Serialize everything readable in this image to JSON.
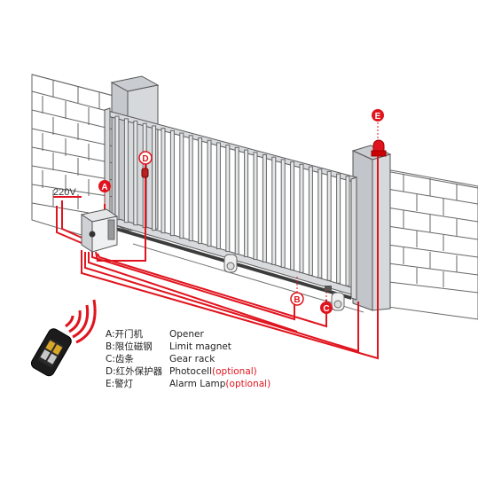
{
  "supply_label": "220V",
  "markers": {
    "a": "A",
    "b": "B",
    "c": "C",
    "d": "D",
    "e": "E"
  },
  "legend": [
    {
      "key": "A:开门机",
      "en": "Opener",
      "optional": ""
    },
    {
      "key": "B:限位磁钢",
      "en": "Limit magnet",
      "optional": ""
    },
    {
      "key": "C:齿条",
      "en": "Gear rack",
      "optional": ""
    },
    {
      "key": "D:红外保护器",
      "en": "Photocell",
      "optional": "(optional)"
    },
    {
      "key": "E:警灯",
      "en": "Alarm Lamp",
      "optional": "(optional)"
    }
  ],
  "colors": {
    "wire": "#e0141e",
    "marker": "#e0141e",
    "optional_text": "#e0141e",
    "outline": "#555555"
  }
}
